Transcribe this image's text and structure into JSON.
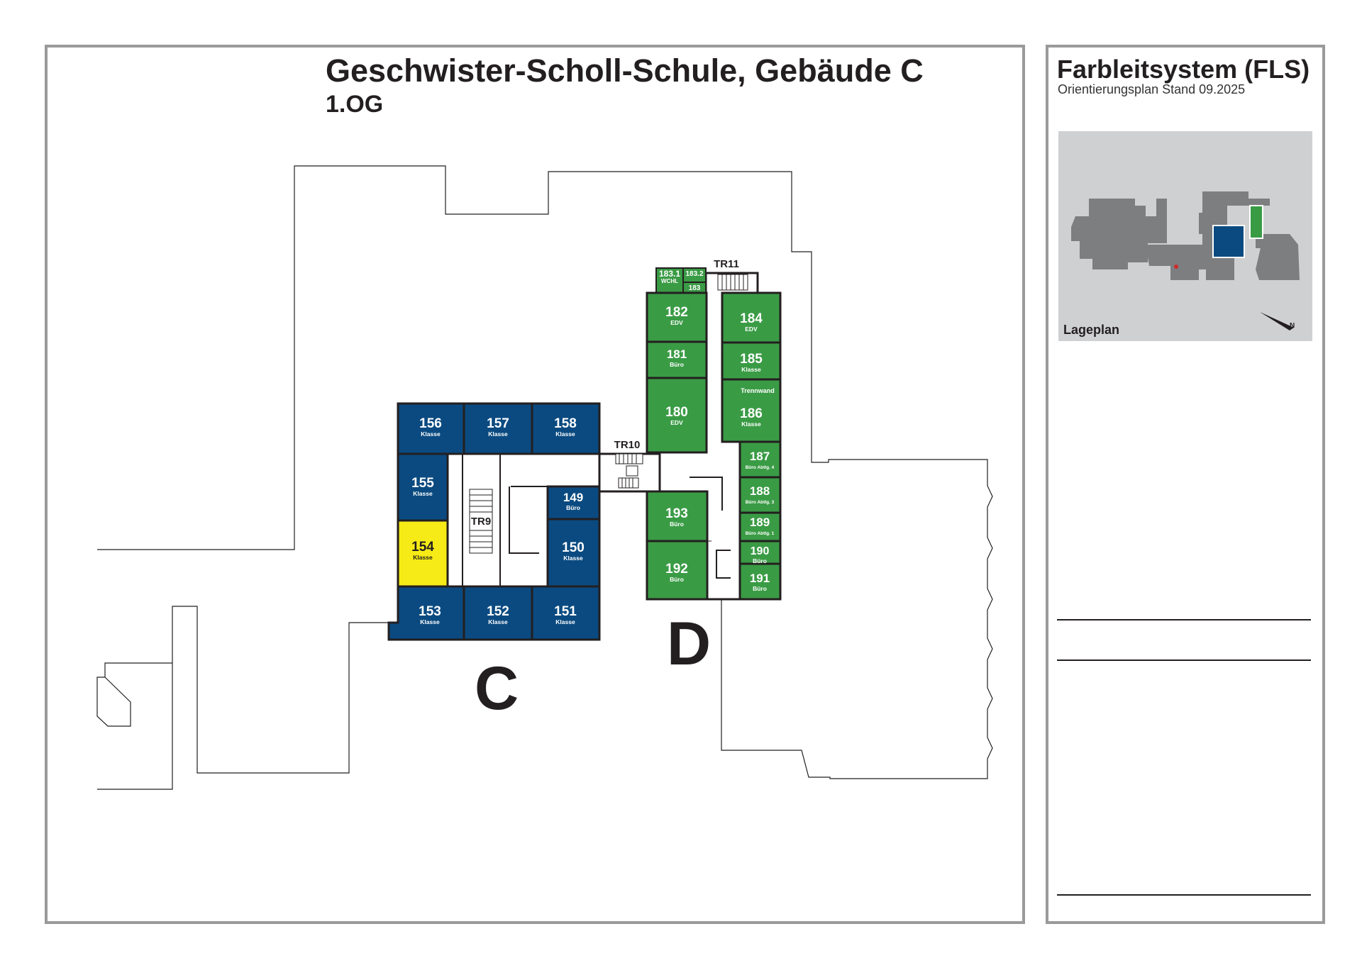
{
  "header": {
    "title": "Geschwister-Scholl-Schule, Gebäude C",
    "floor": "1.OG"
  },
  "legend": {
    "title": "Farbleitsystem (FLS)",
    "subtitle": "Orientierungsplan Stand 09.2025",
    "site_plan_label": "Lageplan",
    "site_plan_highlight": "#0a4a80",
    "site_plan_highlight_2": "#3a9b45",
    "site_plan_background": "#cfd0d2",
    "site_plan_buildings": "#7d7e80"
  },
  "colors": {
    "wing_c": "#0a4a80",
    "wing_d": "#3a9b45",
    "current_room": "#f6eb16",
    "corridor": "#ffffff",
    "outline": "#231f20"
  },
  "wings": {
    "c_label": "C",
    "d_label": "D"
  },
  "stairs": {
    "tr9": "TR9",
    "tr10": "TR10",
    "tr11": "TR11"
  },
  "annotations": {
    "partition": "Trennwand"
  },
  "rooms_c": [
    {
      "number": "156",
      "type": "Klasse"
    },
    {
      "number": "157",
      "type": "Klasse"
    },
    {
      "number": "158",
      "type": "Klasse"
    },
    {
      "number": "155",
      "type": "Klasse"
    },
    {
      "number": "154",
      "type": "Klasse",
      "current": true
    },
    {
      "number": "149",
      "type": "Büro"
    },
    {
      "number": "150",
      "type": "Klasse"
    },
    {
      "number": "153",
      "type": "Klasse"
    },
    {
      "number": "152",
      "type": "Klasse"
    },
    {
      "number": "151",
      "type": "Klasse"
    }
  ],
  "rooms_d": [
    {
      "number": "183.1",
      "type": "WCHL"
    },
    {
      "number": "183.2",
      "type": ""
    },
    {
      "number": "183",
      "type": ""
    },
    {
      "number": "182",
      "type": "EDV"
    },
    {
      "number": "181",
      "type": "Büro"
    },
    {
      "number": "180",
      "type": "EDV"
    },
    {
      "number": "184",
      "type": "EDV"
    },
    {
      "number": "185",
      "type": "Klasse"
    },
    {
      "number": "186",
      "type": "Klasse"
    },
    {
      "number": "187",
      "type": "Büro Abtlg. 4"
    },
    {
      "number": "188",
      "type": "Büro Abtlg. 3"
    },
    {
      "number": "189",
      "type": "Büro Abtlg. 1"
    },
    {
      "number": "190",
      "type": "Büro"
    },
    {
      "number": "191",
      "type": "Büro"
    },
    {
      "number": "193",
      "type": "Büro"
    },
    {
      "number": "192",
      "type": "Büro"
    }
  ]
}
